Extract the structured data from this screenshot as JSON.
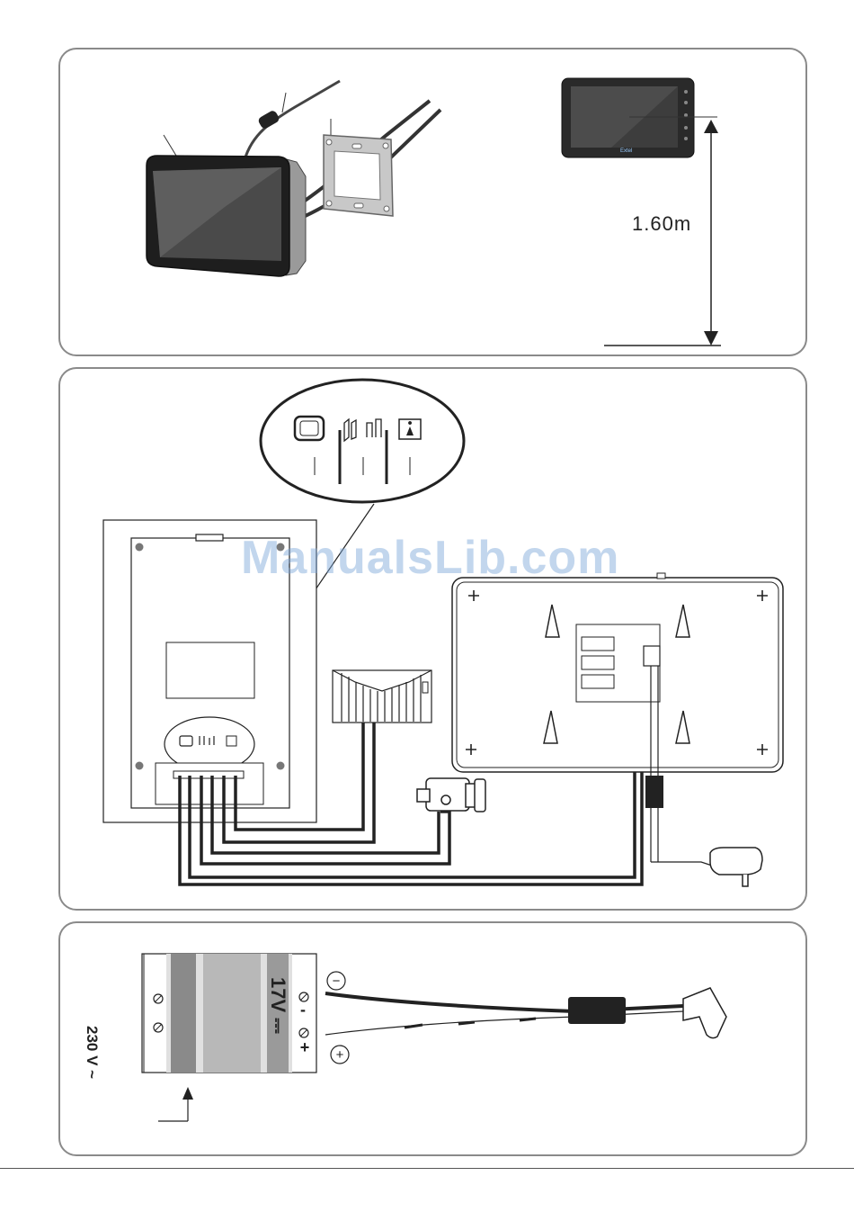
{
  "watermark": "ManualsLib.com",
  "install": {
    "height_label": "1.60m",
    "brand": "Extel"
  },
  "power": {
    "input_label": "230 V ~",
    "output_label": "17V ⎓",
    "terminal_minus": "-",
    "terminal_plus": "+",
    "polarity_minus": "−",
    "polarity_plus": "+"
  }
}
